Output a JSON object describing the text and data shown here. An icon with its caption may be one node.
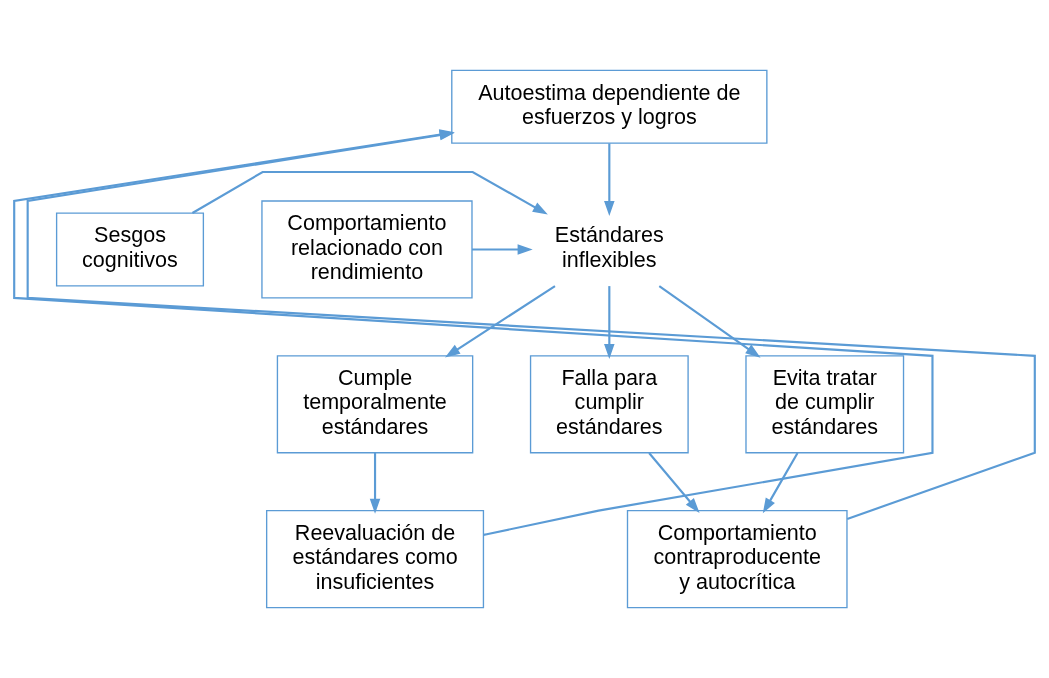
{
  "diagram": {
    "nodes": [
      {
        "text": [
          "Autoestima dependiente de esfuerzos y logros"
        ]
      },
      {
        "text": [
          "Estándares inflexibles"
        ]
      },
      {
        "text": [
          "Sesgos cognitivos"
        ]
      },
      {
        "text": [
          "Comportamiento relacionado con rendimiento"
        ]
      },
      {
        "text": [
          "Cumple temporalmente estándares"
        ]
      },
      {
        "text": [
          "Falla para cumplir estándares"
        ]
      },
      {
        "text": [
          "Evita tratar de cumplir estándares"
        ]
      },
      {
        "text": [
          "Reevaluación de estándares como insuficientes"
        ]
      },
      {
        "text": [
          "Comportamiento contraproducente y autocrítica"
        ]
      }
    ],
    "edges": [
      {
        "from": 0,
        "to": 1,
        "arrow": "to"
      },
      {
        "from": 2,
        "to": 1,
        "arrow": "to"
      },
      {
        "from": 3,
        "to": 1,
        "arrow": "to"
      },
      {
        "from": 1,
        "to": 4,
        "arrow": "to"
      },
      {
        "from": 1,
        "to": 5,
        "arrow": "to"
      },
      {
        "from": 1,
        "to": 6,
        "arrow": "to"
      },
      {
        "from": 4,
        "to": 7,
        "arrow": "to"
      },
      {
        "from": 6,
        "to": 8,
        "arrow": "to"
      },
      {
        "from": 5,
        "to": 8,
        "arrow": "to"
      },
      {
        "from": 7,
        "to": 0,
        "arrow": "to"
      },
      {
        "from": 8,
        "to": 0,
        "arrow": "to"
      }
    ]
  }
}
